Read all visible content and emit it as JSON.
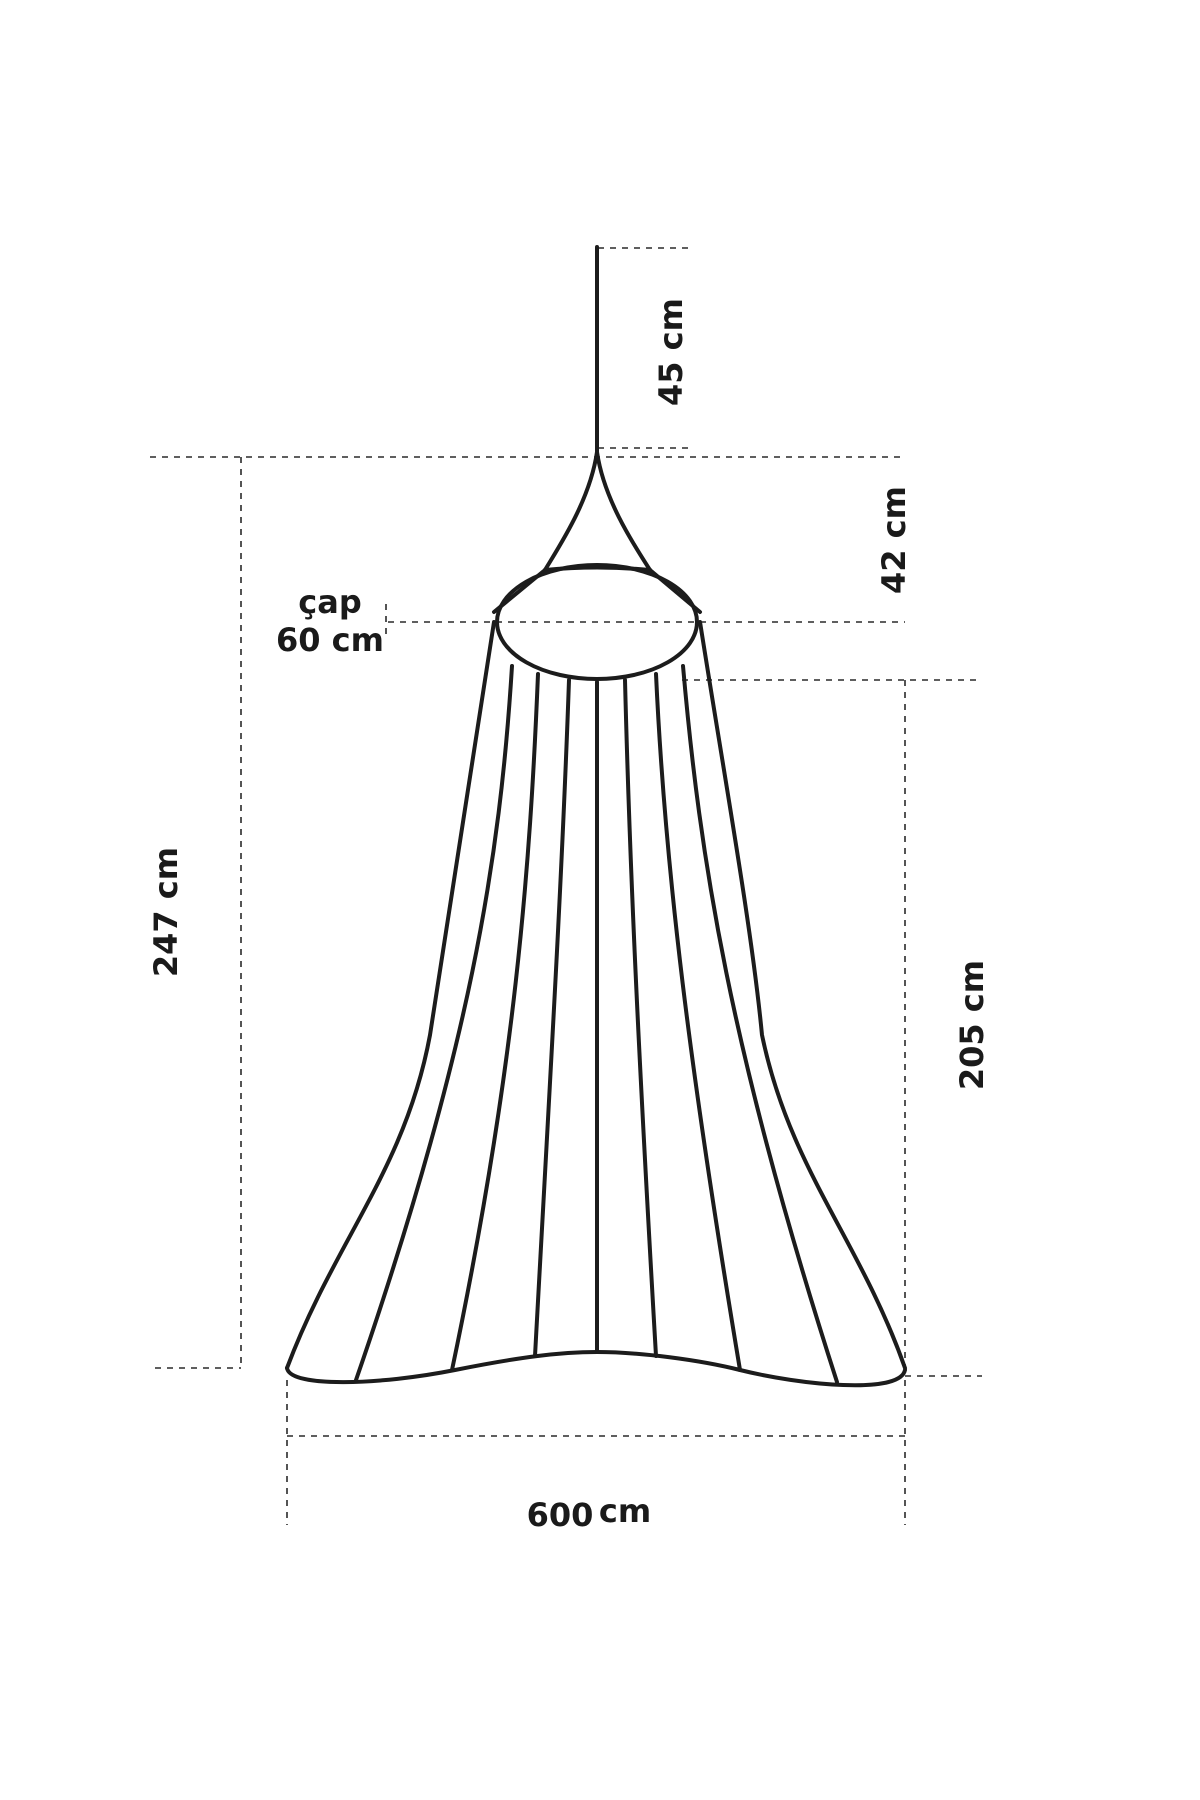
{
  "diagram": {
    "dimensions": {
      "hanging_length": "45 cm",
      "crown_height": "42 cm",
      "ring_label": "çap",
      "ring_diameter": "60 cm",
      "total_height": "247 cm",
      "net_height": "205 cm",
      "bottom_width_value": "600",
      "bottom_width_unit": "cm"
    },
    "colors": {
      "line": "#1c1c1c",
      "background": "#ffffff"
    }
  }
}
